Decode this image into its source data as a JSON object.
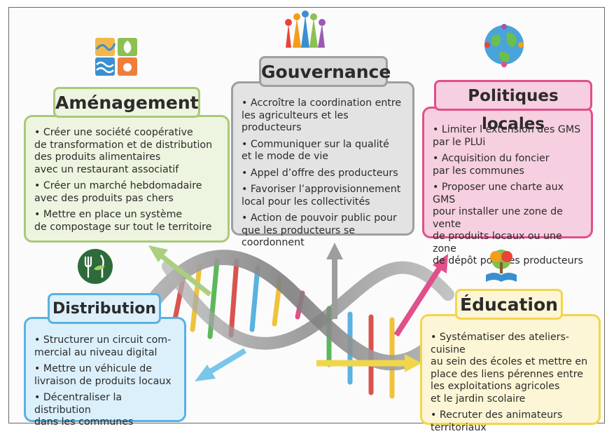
{
  "sections": {
    "amenagement": {
      "title": "Aménagement",
      "items": [
        "• Créer une société coopérative\nde transformation et de distribution\ndes produits alimentaires\navec un restaurant associatif",
        "• Créer un marché hebdomadaire\navec des produits pas chers",
        "• Mettre en place un système\nde compostage sur tout le territoire"
      ],
      "color": "#a9c97a",
      "fill": "#edf5e0"
    },
    "gouvernance": {
      "title": "Gouvernance",
      "items": [
        "• Accroître la coordination entre\nles agriculteurs et les producteurs",
        "• Communiquer sur la qualité\net le mode de vie",
        "• Appel d’offre des producteurs",
        "• Favoriser l’approvisionnement\nlocal pour les collectivités",
        "• Action de pouvoir public pour\nque les producteurs se coordonnent"
      ],
      "color": "#9e9e9e",
      "fill": "#e3e3e3"
    },
    "politiques": {
      "title": "Politiques locales",
      "items": [
        "• Limiter l’extension des GMS\npar le PLUi",
        "• Acquisition du foncier\npar les communes",
        "• Proposer une charte aux GMS\npour installer une zone de vente\nde produits locaux ou une zone\nde dépôt pour les producteurs"
      ],
      "color": "#e0508a",
      "fill": "#f6cfe0"
    },
    "distribution": {
      "title": "Distribution",
      "items": [
        "• Structurer un circuit com-\nmercial au niveau digital",
        "• Mettre un véhicule de\nlivraison de produits locaux",
        "• Décentraliser la distribution\ndans les communes"
      ],
      "color": "#59b2e0",
      "fill": "#dcf0fb"
    },
    "education": {
      "title": "Éducation",
      "items": [
        "• Systématiser des ateliers-cuisine\nau sein des écoles et mettre en\nplace des liens pérennes entre\nles exploitations agricoles\net le jardin scolaire",
        "• Recruter des animateurs\nterritoriaux"
      ],
      "color": "#f2d64a",
      "fill": "#fdf6d6"
    }
  },
  "icons": {
    "amenagement": "landscape-tiles-icon",
    "gouvernance": "raised-hands-icon",
    "politiques": "community-globe-icon",
    "distribution": "fork-knife-leaf-icon",
    "education": "open-book-tree-icon"
  }
}
